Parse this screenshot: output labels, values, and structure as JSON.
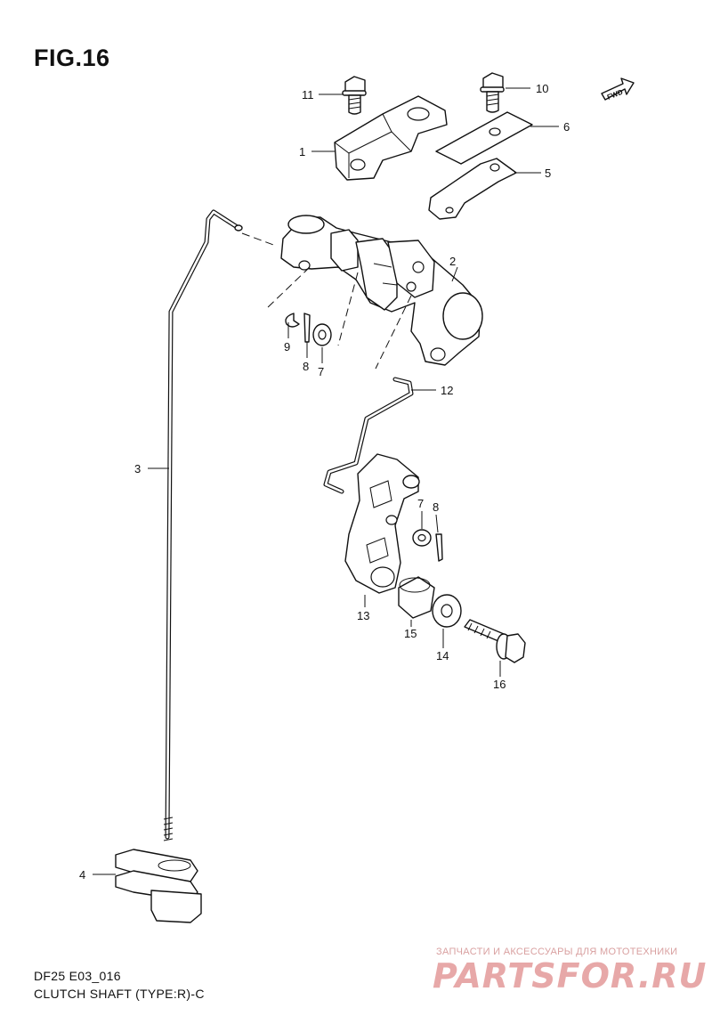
{
  "figure": {
    "title": "FIG.16",
    "model_code": "DF25 E03_016",
    "caption": "CLUTCH SHAFT (TYPE:R)-C",
    "fwd_label": "FWD"
  },
  "callouts": [
    {
      "id": "11",
      "label": "11"
    },
    {
      "id": "10",
      "label": "10"
    },
    {
      "id": "6",
      "label": "6"
    },
    {
      "id": "1",
      "label": "1"
    },
    {
      "id": "5",
      "label": "5"
    },
    {
      "id": "2",
      "label": "2"
    },
    {
      "id": "9",
      "label": "9"
    },
    {
      "id": "8a",
      "label": "8"
    },
    {
      "id": "7a",
      "label": "7"
    },
    {
      "id": "12",
      "label": "12"
    },
    {
      "id": "3",
      "label": "3"
    },
    {
      "id": "7b",
      "label": "7"
    },
    {
      "id": "8b",
      "label": "8"
    },
    {
      "id": "13",
      "label": "13"
    },
    {
      "id": "15",
      "label": "15"
    },
    {
      "id": "14",
      "label": "14"
    },
    {
      "id": "16",
      "label": "16"
    },
    {
      "id": "4",
      "label": "4"
    }
  ],
  "watermark": {
    "tagline": "ЗАПЧАСТИ И АКСЕССУАРЫ ДЛЯ МОТОТЕХНИКИ",
    "brand": "PARTSFOR.RU"
  }
}
